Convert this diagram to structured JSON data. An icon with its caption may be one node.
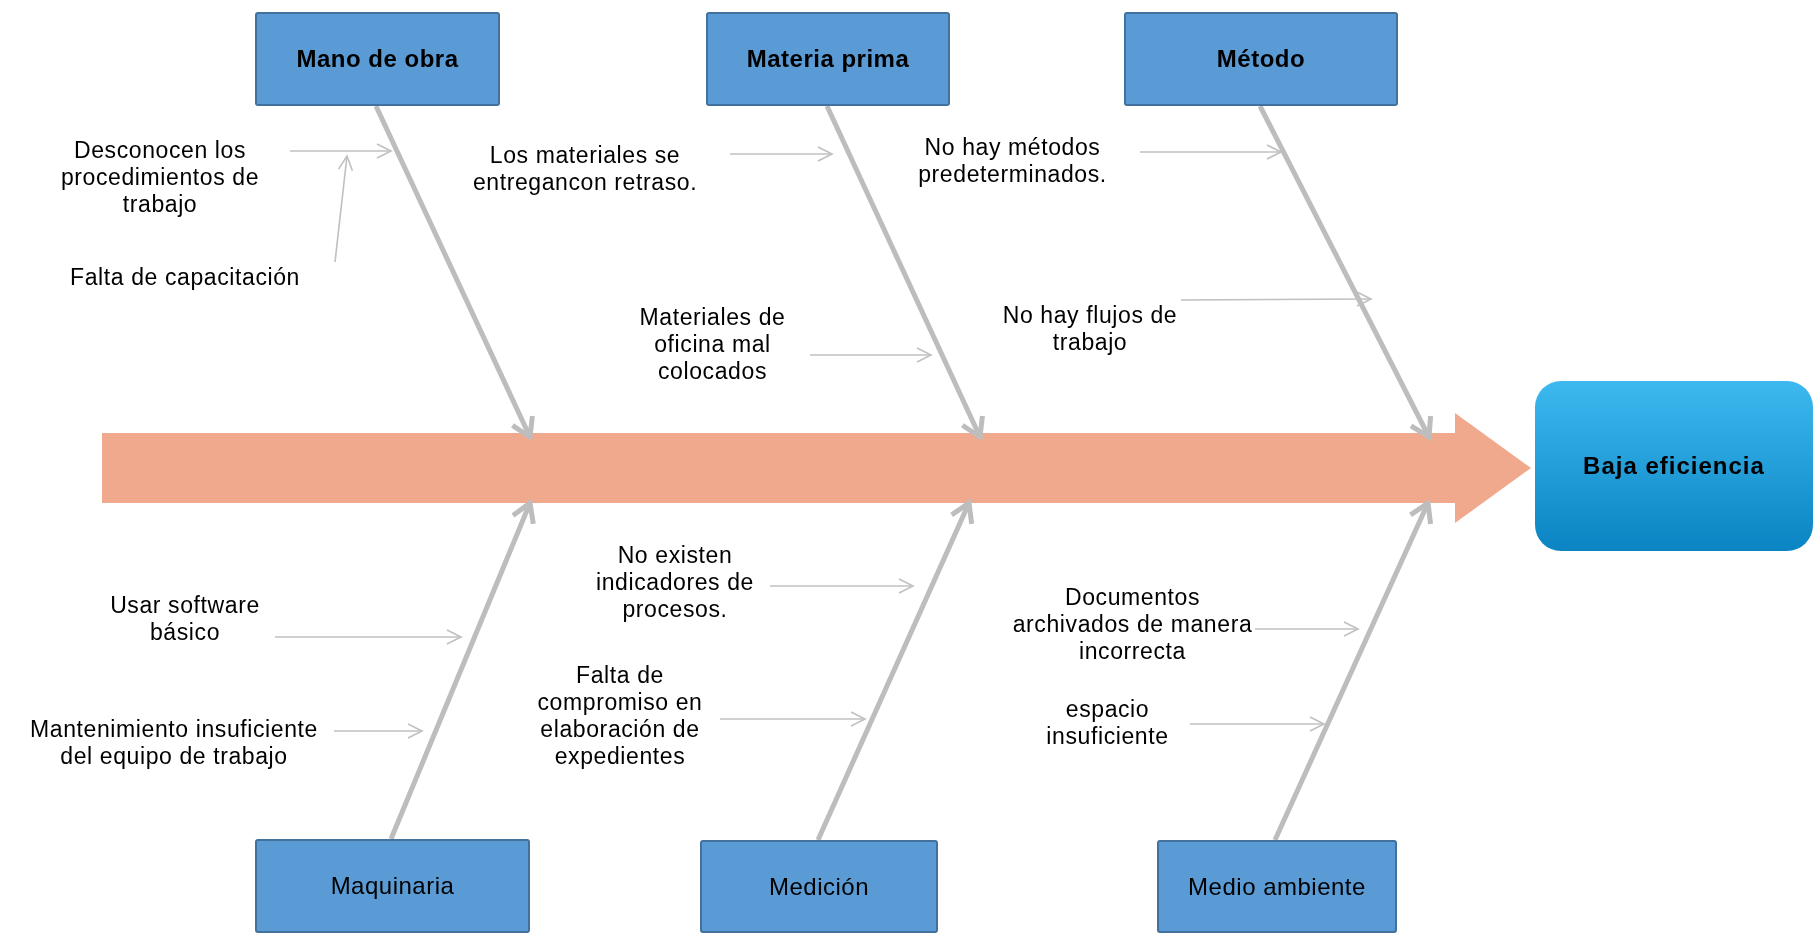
{
  "diagram": {
    "nodes": [
      {
        "text": [
          "Mano de obra"
        ]
      },
      {
        "text": [
          "Materia prima"
        ]
      },
      {
        "text": [
          "Método"
        ]
      },
      {
        "text": [
          "Desconocen los procedimientos de trabajo"
        ]
      },
      {
        "text": [
          "Los materiales se entregancon retraso."
        ]
      },
      {
        "text": [
          "No hay métodos predeterminados."
        ]
      },
      {
        "text": [
          "Falta de capacitación"
        ]
      },
      {
        "text": [
          "Materiales de oficina mal colocados"
        ]
      },
      {
        "text": [
          "No hay flujos de trabajo"
        ]
      },
      {
        "text": [
          "Baja eficiencia"
        ]
      },
      {
        "text": [
          "No existen indicadores de procesos."
        ]
      },
      {
        "text": [
          "Usar software básico"
        ]
      },
      {
        "text": [
          "Documentos archivados de manera incorrecta"
        ]
      },
      {
        "text": [
          "Falta de compromiso en elaboración de expedientes"
        ]
      },
      {
        "text": [
          "Mantenimiento insuficiente del equipo de trabajo"
        ]
      },
      {
        "text": [
          "espacio insuficiente"
        ]
      },
      {
        "text": [
          "Maquinaria"
        ]
      },
      {
        "text": [
          "Medición"
        ]
      },
      {
        "text": [
          "Medio ambiente"
        ]
      }
    ],
    "edges": [
      {
        "from": null,
        "to": 9,
        "arrow": "to",
        "style": "thick",
        "color": "#f0a98c"
      },
      {
        "from": 0,
        "to": null,
        "arrow": "to",
        "style": "thick"
      },
      {
        "from": 1,
        "to": null,
        "arrow": "to",
        "style": "thick"
      },
      {
        "from": 2,
        "to": null,
        "arrow": "to",
        "style": "thick"
      },
      {
        "from": 16,
        "to": null,
        "arrow": "to",
        "style": "thick"
      },
      {
        "from": 17,
        "to": null,
        "arrow": "to",
        "style": "thick"
      },
      {
        "from": 18,
        "to": null,
        "arrow": "to",
        "style": "thick"
      },
      {
        "from": 3,
        "to": null,
        "arrow": "to"
      },
      {
        "from": 6,
        "to": null,
        "arrow": "to"
      },
      {
        "from": 4,
        "to": null,
        "arrow": "to"
      },
      {
        "from": 5,
        "to": null,
        "arrow": "to"
      },
      {
        "from": 7,
        "to": null,
        "arrow": "to"
      },
      {
        "from": 8,
        "to": null,
        "arrow": "to"
      },
      {
        "from": 10,
        "to": null,
        "arrow": "to"
      },
      {
        "from": 11,
        "to": null,
        "arrow": "to"
      },
      {
        "from": 12,
        "to": null,
        "arrow": "to"
      },
      {
        "from": 13,
        "to": null,
        "arrow": "to"
      },
      {
        "from": 14,
        "to": null,
        "arrow": "to"
      },
      {
        "from": 15,
        "to": null,
        "arrow": "to"
      }
    ]
  }
}
